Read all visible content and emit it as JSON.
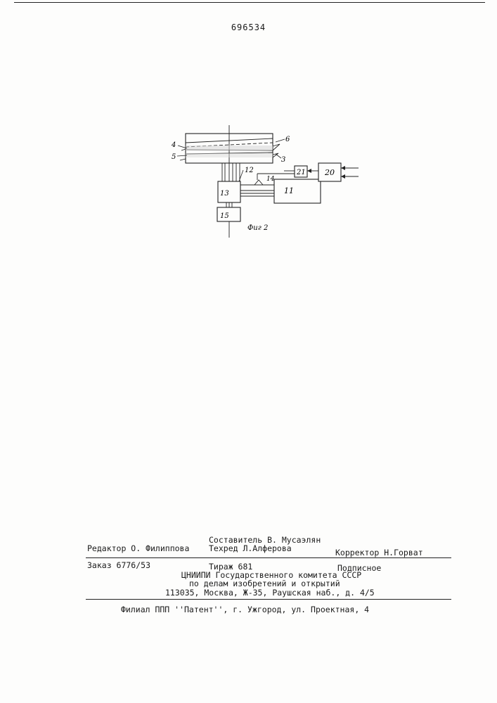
{
  "page": {
    "patent_number": "696534"
  },
  "figure": {
    "caption": "Фиг 2",
    "labels": {
      "l3": "3",
      "l4": "4",
      "l5": "5",
      "l6": "6",
      "l11": "11",
      "l12": "12",
      "l13": "13",
      "l14": "14",
      "l15": "15",
      "l20": "20",
      "l21": "21"
    }
  },
  "colophon": {
    "compiler": "Составитель В. Мусаэлян",
    "editor": "Редактор О. Филиппова",
    "techred": "Техред Л.Алферова",
    "corrector": "Корректор Н.Горват",
    "order": "Заказ 6776/53",
    "print_run": "Тираж 681",
    "subscription": "Подписное",
    "institute": "ЦНИИПИ Государственного комитета СССР",
    "committee": "по делам изобретений и открытий",
    "address": "113035, Москва, Ж-35, Раушская наб., д. 4/5",
    "branch": "Филиал ППП ''Патент'', г. Ужгород, ул. Проектная, 4"
  }
}
